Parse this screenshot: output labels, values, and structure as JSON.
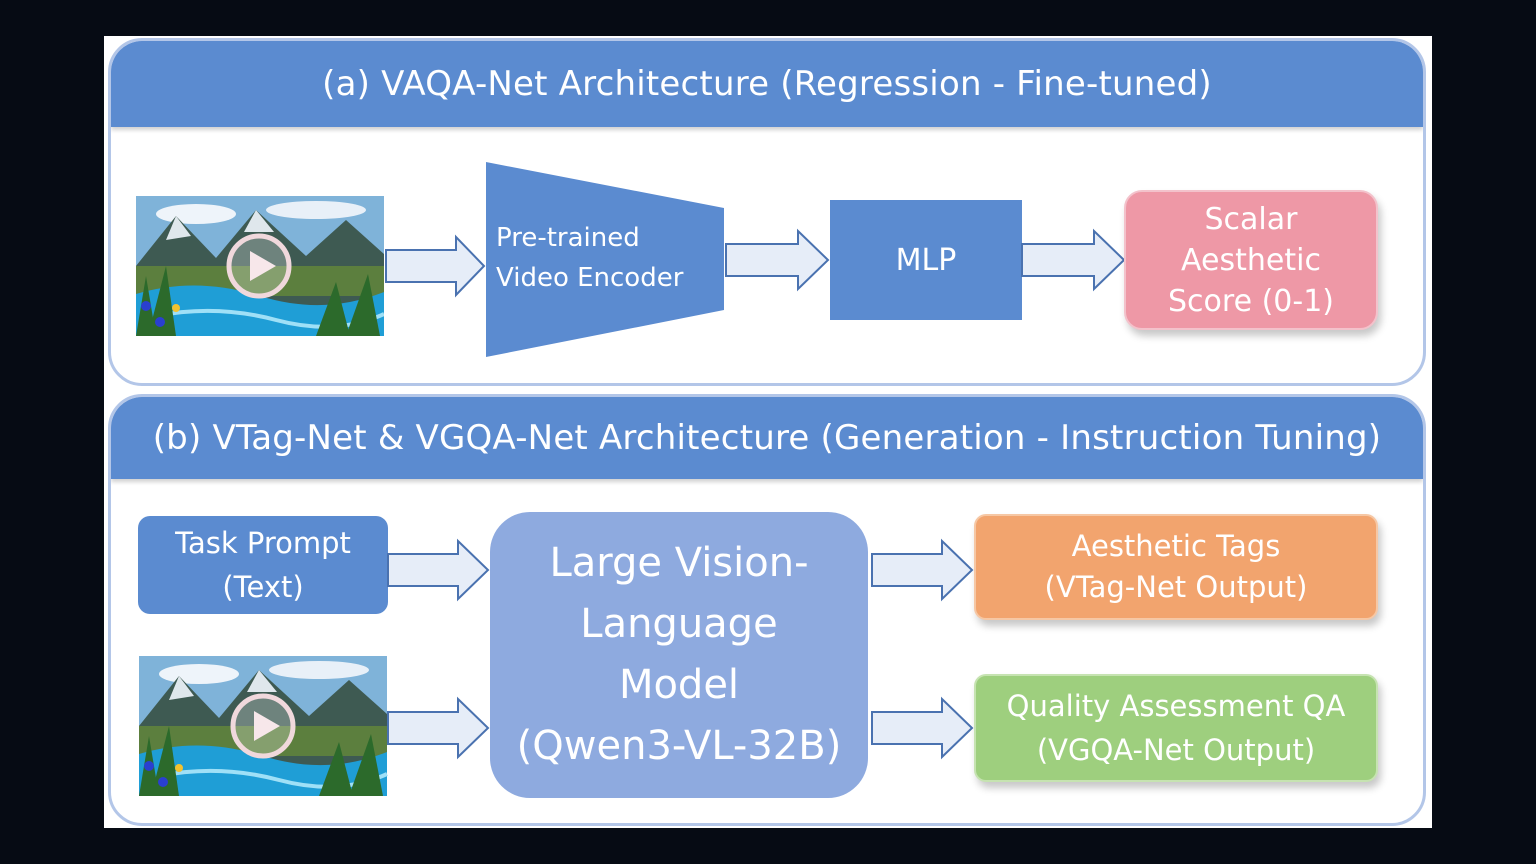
{
  "panel_a": {
    "title": "(a) VAQA-Net Architecture (Regression - Fine-tuned)",
    "encoder": {
      "line1": "Pre-trained",
      "line2": "Video Encoder"
    },
    "mlp": "MLP",
    "output": {
      "line1": "Scalar",
      "line2": "Aesthetic",
      "line3": "Score (0-1)"
    }
  },
  "panel_b": {
    "title": "(b) VTag-Net & VGQA-Net Architecture (Generation - Instruction Tuning)",
    "prompt": {
      "line1": "Task Prompt",
      "line2": "(Text)"
    },
    "model": {
      "line1": "Large Vision-",
      "line2": "Language",
      "line3": "Model",
      "line4": "(Qwen3-VL-32B)"
    },
    "tags_output": {
      "line1": "Aesthetic Tags",
      "line2": "(VTag-Net Output)"
    },
    "qa_output": {
      "line1": "Quality Assessment QA",
      "line2": "(VGQA-Net Output)"
    }
  },
  "colors": {
    "header": "#5b8bd0",
    "block": "#5b8bd0",
    "model": "#8eaadf",
    "score": "#ee98a6",
    "tags": "#f2a46e",
    "qa": "#9ecf7e",
    "arrow_fill": "#e6edf8",
    "arrow_stroke": "#4a72b0"
  },
  "icons": [
    "play-icon",
    "landscape-thumbnail"
  ]
}
